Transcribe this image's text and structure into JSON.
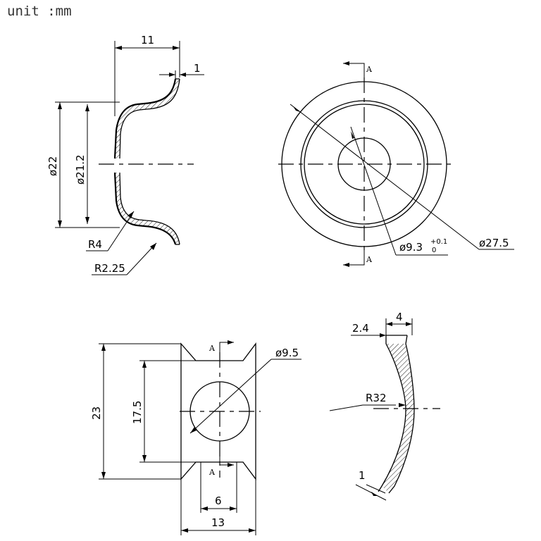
{
  "unit_label": "unit :mm",
  "side_view": {
    "width_dim": "11",
    "thickness_dim": "1",
    "outer_diameter_dim": "ø22",
    "inner_diameter_dim": "ø21.2",
    "radius_r4": "R4",
    "radius_r225": "R2.25"
  },
  "front_view": {
    "section_mark": "A",
    "hole_diameter_dim": "ø9.3",
    "hole_tolerance_upper": "+0.1",
    "hole_tolerance_lower": "0",
    "outer_diameter_dim": "ø27.5"
  },
  "tab_view": {
    "section_mark": "A",
    "hole_diameter_dim": "ø9.5",
    "height_dim": "23",
    "inner_height_dim": "17.5",
    "notch_width_dim": "6",
    "width_dim": "13"
  },
  "section_view": {
    "top_dim_a": "2.4",
    "top_dim_b": "4",
    "radius_dim": "R32",
    "thickness_dim": "1"
  }
}
